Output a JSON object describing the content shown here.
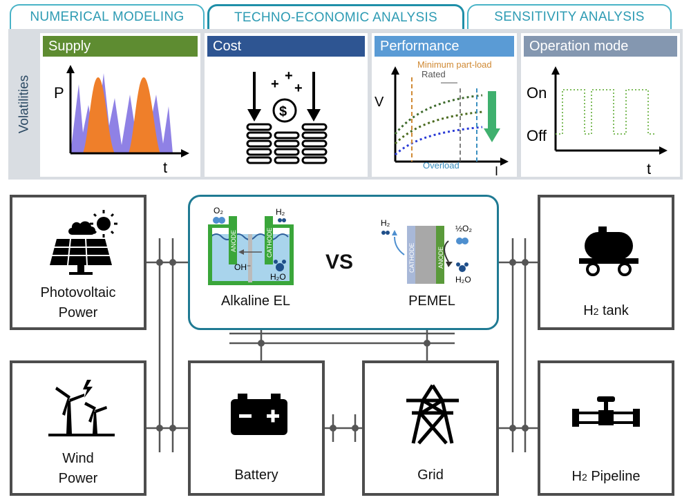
{
  "tabs": [
    {
      "label": "NUMERICAL MODELING"
    },
    {
      "label": "TECHNO-ECONOMIC ANALYSIS"
    },
    {
      "label": "SENSITIVITY ANALYSIS"
    }
  ],
  "volatilities": {
    "label": "Volatilities",
    "panels": {
      "supply": {
        "title": "Supply",
        "y_axis": "P",
        "x_axis": "t",
        "color": "#5e8c31"
      },
      "cost": {
        "title": "Cost",
        "color": "#2e5592"
      },
      "performance": {
        "title": "Performance",
        "y_axis": "V",
        "x_axis": "I",
        "min_part_load": "Minimum part-load",
        "rated": "Rated",
        "overload": "Overload",
        "color": "#5a9bd5"
      },
      "operation": {
        "title": "Operation mode",
        "on": "On",
        "off": "Off",
        "x_axis": "t",
        "color": "#8497b0"
      }
    }
  },
  "components": {
    "pv": {
      "line1": "Photovoltaic",
      "line2": "Power"
    },
    "wind": {
      "line1": "Wind",
      "line2": "Power"
    },
    "battery": {
      "label": "Battery"
    },
    "grid": {
      "label": "Grid"
    },
    "h2_tank": {
      "pre": "H",
      "sub": "2",
      "post": " tank"
    },
    "h2_pipeline": {
      "pre": "H",
      "sub": "2",
      "post": " Pipeline"
    }
  },
  "electrolyzers": {
    "alkaline": {
      "label": "Alkaline EL",
      "anode": "ANODE",
      "cathode": "CATHODE",
      "o2": "O₂",
      "h2": "H₂",
      "oh": "OH⁻",
      "h2o": "H₂O"
    },
    "vs": "VS",
    "pem": {
      "label": "PEMEL",
      "cathode": "CATHODE",
      "anode": "ANODE",
      "h2": "H₂",
      "half_o2": "½O₂",
      "h2o": "H₂O"
    }
  }
}
